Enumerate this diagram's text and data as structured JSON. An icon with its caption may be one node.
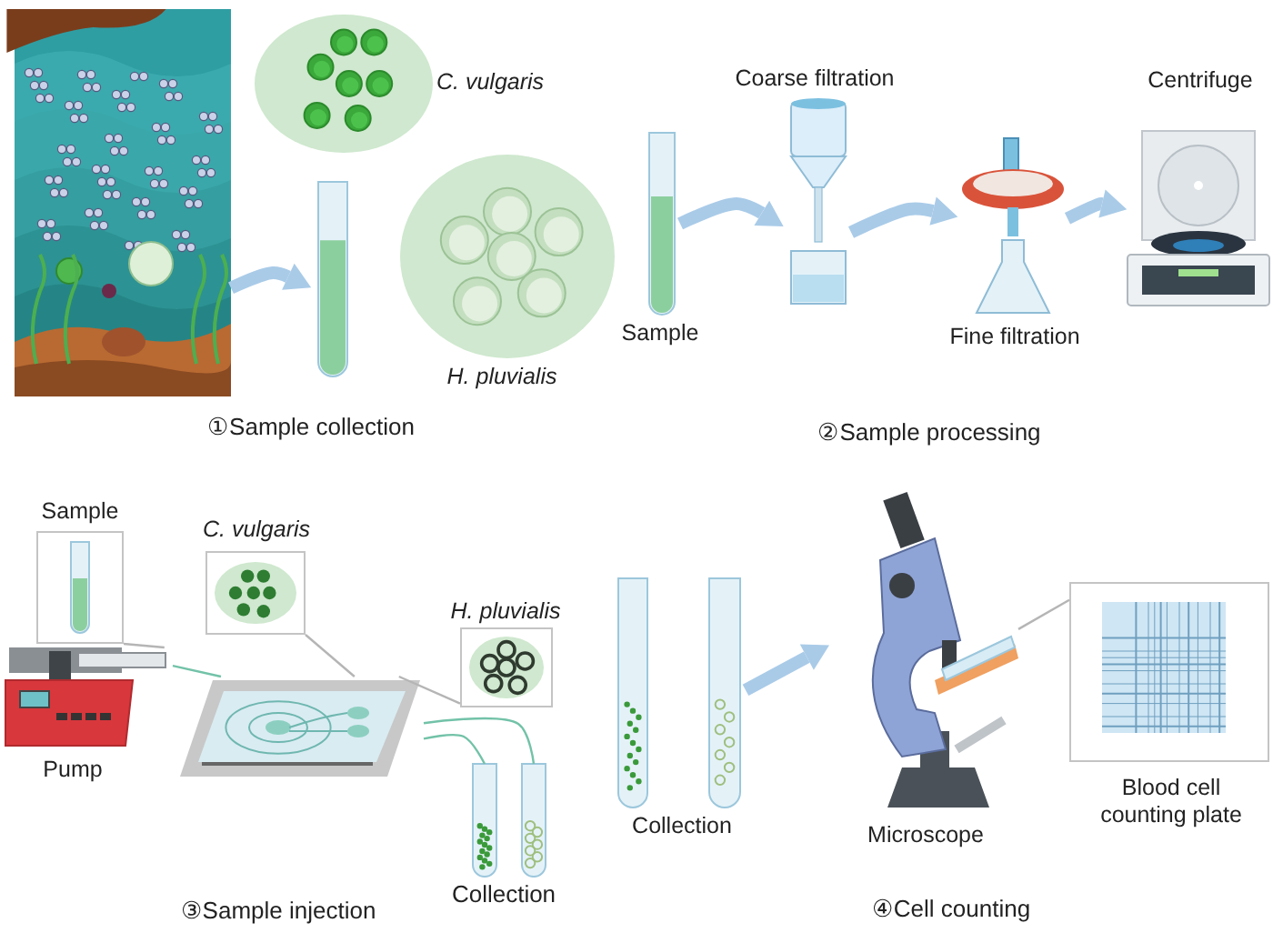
{
  "diagram": {
    "nodes": [
      {
        "text": [],
        "shape": "picture"
      },
      {
        "text": [],
        "shape": "picture"
      },
      {
        "text": [],
        "shape": "circle",
        "beside": [
          "C. vulgaris"
        ]
      },
      {
        "text": [],
        "shape": "circle",
        "beside": [
          "H. pluvialis"
        ]
      },
      {
        "text": [],
        "shape": "picture",
        "beside": [
          "Sample"
        ]
      },
      {
        "text": [],
        "shape": "picture",
        "beside": [
          "Coarse filtration"
        ]
      },
      {
        "text": [],
        "shape": "picture",
        "beside": [
          "Fine filtration"
        ]
      },
      {
        "text": [],
        "shape": "picture",
        "beside": [
          "Centrifuge"
        ]
      },
      {
        "text": [],
        "shape": "box",
        "beside": [
          "Sample"
        ]
      },
      {
        "text": [],
        "shape": "picture",
        "beside": [
          "Pump"
        ]
      },
      {
        "text": [],
        "shape": "box",
        "beside": [
          "C. vulgaris"
        ]
      },
      {
        "text": [],
        "shape": "box",
        "beside": [
          "H. pluvialis"
        ]
      },
      {
        "text": [],
        "shape": "picture"
      },
      {
        "text": [],
        "shape": "picture"
      },
      {
        "text": [],
        "shape": "picture"
      },
      {
        "text": [],
        "shape": "picture",
        "beside": [
          "Collection"
        ]
      },
      {
        "text": [],
        "shape": "picture",
        "beside": [
          "Microscope"
        ]
      },
      {
        "text": [],
        "shape": "box",
        "beside": [
          "Blood cell counting plate"
        ]
      }
    ],
    "edges": [
      {
        "from": 0,
        "to": 1,
        "arrow": "to",
        "style": "thick"
      },
      {
        "from": 4,
        "to": 5,
        "arrow": "to",
        "style": "thick"
      },
      {
        "from": 5,
        "to": 6,
        "arrow": "to",
        "style": "thick"
      },
      {
        "from": 6,
        "to": 7,
        "arrow": "to",
        "style": "thick"
      },
      {
        "from": 8,
        "to": 9,
        "arrow": "none",
        "color": "#b5b5b5"
      },
      {
        "from": 10,
        "to": 12,
        "arrow": "none",
        "color": "#b5b5b5"
      },
      {
        "from": 11,
        "to": 12,
        "arrow": "none",
        "color": "#b5b5b5"
      },
      {
        "from": 9,
        "to": 12,
        "arrow": "none",
        "color": "#72c2a8"
      },
      {
        "from": 12,
        "to": 13,
        "arrow": "none",
        "color": "#72c2a8"
      },
      {
        "from": 12,
        "to": 14,
        "arrow": "none",
        "color": "#72c2a8"
      },
      {
        "from": 15,
        "to": 16,
        "arrow": "to",
        "style": "thick"
      },
      {
        "from": 17,
        "to": 16,
        "arrow": "none",
        "color": "#b5b5b5"
      }
    ],
    "labels": [
      "①Sample collection",
      "②Sample processing",
      "③Sample injection",
      "Collection",
      "④Cell counting"
    ]
  }
}
